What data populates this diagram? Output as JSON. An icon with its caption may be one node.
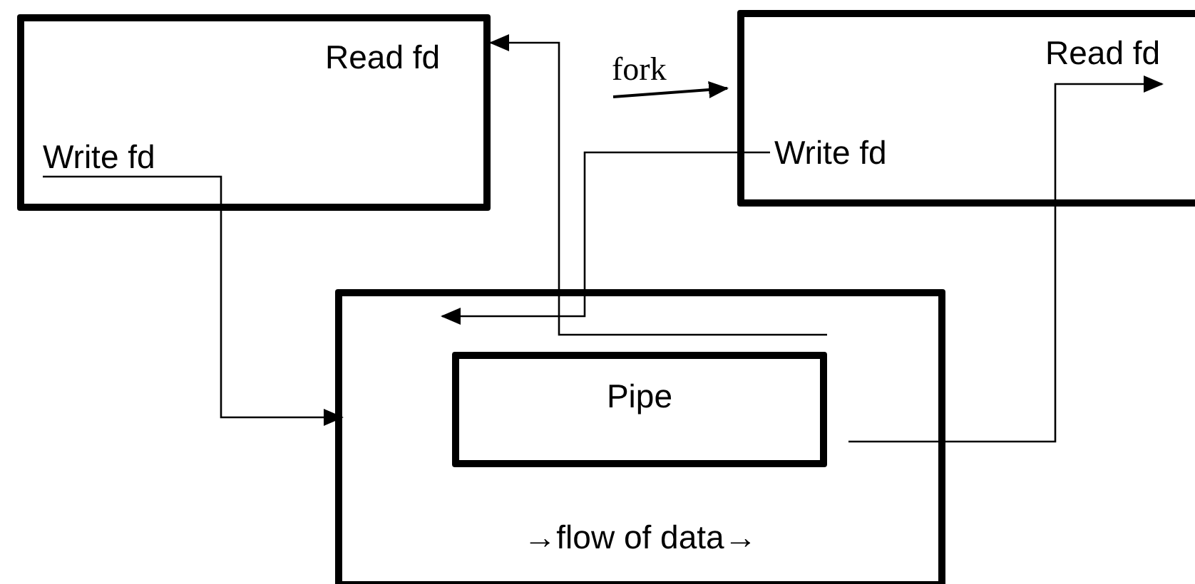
{
  "diagram": {
    "nodes": [
      {
        "text": [],
        "shape": "box"
      },
      {
        "text": [
          "Read fd"
        ],
        "in": 0
      },
      {
        "text": [
          "Write fd"
        ],
        "in": 0
      },
      {
        "text": [],
        "shape": "box"
      },
      {
        "text": [
          "Read fd"
        ],
        "in": 3
      },
      {
        "text": [
          "Write fd"
        ],
        "in": 3
      },
      {
        "text": [
          "→flow of data→"
        ]
      },
      {
        "text": [
          "Pipe"
        ],
        "in": 6
      }
    ],
    "edges": [
      {
        "from": null,
        "to": 3,
        "arrow": "to",
        "label": "fork"
      },
      {
        "from": 2,
        "to": 6,
        "arrow": "to"
      },
      {
        "from": 7,
        "to": 0,
        "arrow": "to"
      },
      {
        "from": 5,
        "to": 6,
        "arrow": "to"
      },
      {
        "from": 7,
        "to": 4,
        "arrow": "to"
      }
    ]
  }
}
